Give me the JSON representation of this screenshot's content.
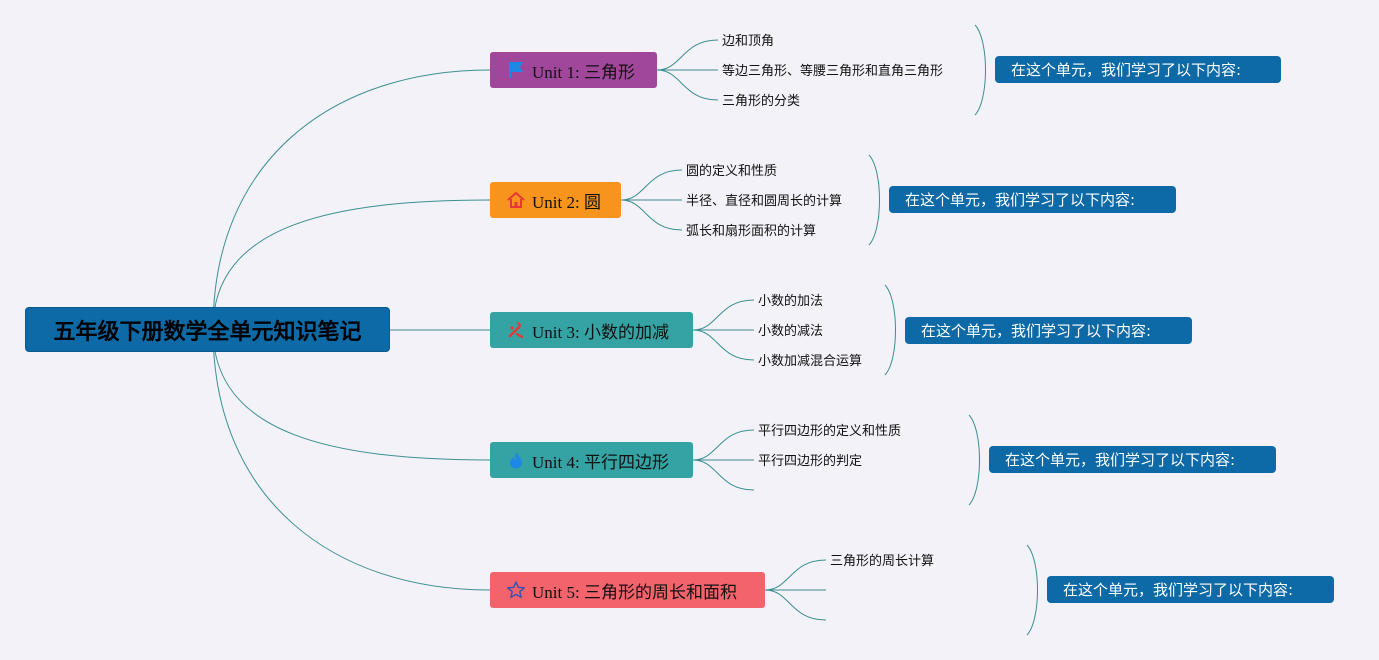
{
  "root": {
    "title": "五年级下册数学全单元知识笔记"
  },
  "units": [
    {
      "label": "Unit 1: 三角形",
      "color": "#a0479c",
      "icon": "flag-icon",
      "topics": [
        "边和顶角",
        "等边三角形、等腰三角形和直角三角形",
        "三角形的分类"
      ],
      "summary": "在这个单元，我们学习了以下内容:"
    },
    {
      "label": "Unit 2: 圆",
      "color": "#f7941d",
      "icon": "home-icon",
      "topics": [
        "圆的定义和性质",
        "半径、直径和圆周长的计算",
        "弧长和扇形面积的计算"
      ],
      "summary": "在这个单元，我们学习了以下内容:"
    },
    {
      "label": "Unit 3: 小数的加减",
      "color": "#35a3a3",
      "icon": "tools-icon",
      "topics": [
        "小数的加法",
        "小数的减法",
        "小数加减混合运算"
      ],
      "summary": "在这个单元，我们学习了以下内容:"
    },
    {
      "label": "Unit 4: 平行四边形",
      "color": "#35a3a3",
      "icon": "flame-icon",
      "topics": [
        "平行四边形的定义和性质",
        "平行四边形的判定",
        ""
      ],
      "summary": "在这个单元，我们学习了以下内容:"
    },
    {
      "label": "Unit 5: 三角形的周长和面积",
      "color": "#f2636b",
      "icon": "star-icon",
      "topics": [
        "三角形的周长计算",
        "",
        ""
      ],
      "summary": "在这个单元，我们学习了以下内容:"
    }
  ],
  "colors": {
    "root": "#0d6aa6",
    "summary": "#0d6aa6",
    "connector": "#3d8f8f"
  }
}
